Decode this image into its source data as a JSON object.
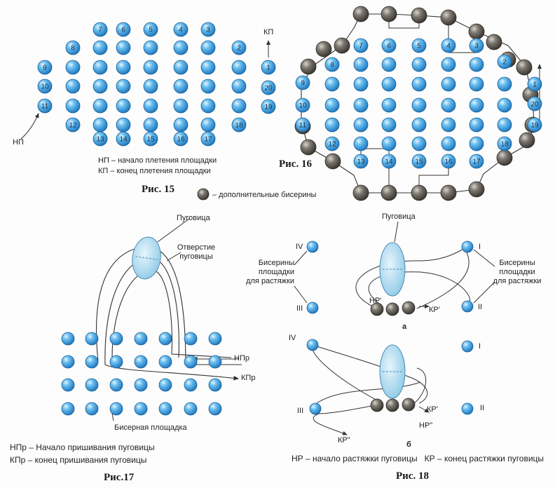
{
  "colors": {
    "bead_blue": "#3aa0e0",
    "bead_gray": "#6a6660",
    "button": "#b7dcf0",
    "thread": "#333333"
  },
  "fig15": {
    "caption": "Рис. 15",
    "label_start": "НП",
    "label_end": "КП",
    "legend_start": "НП – начало плетения площадки",
    "legend_end": "КП – конец плетения площадки",
    "numbers": [
      "1",
      "2",
      "3",
      "4",
      "5",
      "6",
      "7",
      "8",
      "9",
      "10",
      "11",
      "12",
      "13",
      "14",
      "15",
      "16",
      "17",
      "18",
      "19",
      "20"
    ]
  },
  "fig16": {
    "caption": "Рис. 16",
    "legend_extra": "– дополнительные бисерины",
    "numbers": [
      "1",
      "2",
      "3",
      "4",
      "5",
      "6",
      "7",
      "8",
      "9",
      "10",
      "11",
      "12",
      "13",
      "14",
      "15",
      "16",
      "17",
      "18",
      "19",
      "20"
    ]
  },
  "fig17": {
    "caption": "Рис.17",
    "label_button": "Пуговица",
    "label_hole_1": "Отверстие",
    "label_hole_2": "пуговицы",
    "label_npr": "НПр",
    "label_kpr": "КПр",
    "label_area": "Бисерная площадка",
    "legend_start": "НПр – Начало пришивания пуговицы",
    "legend_end": "КПр – конец пришивания пуговицы"
  },
  "fig18": {
    "caption": "Рис. 18",
    "label_button": "Пуговица",
    "left_label_1": "Бисерины",
    "left_label_2": "площадки",
    "left_label_3": "для растяжки",
    "right_label_1": "Бисерины",
    "right_label_2": "площадки",
    "right_label_3": "для растяжки",
    "roman": [
      "I",
      "II",
      "III",
      "IV"
    ],
    "sub_a": "а",
    "sub_b": "б",
    "label_np_prime": "НР'",
    "label_kp_prime": "КР'",
    "label_np_dprime": "НР\"",
    "label_kp_dprime": "КР\"",
    "legend": "НР – начало растяжки пуговицы   КР – конец растяжки пуговицы"
  }
}
